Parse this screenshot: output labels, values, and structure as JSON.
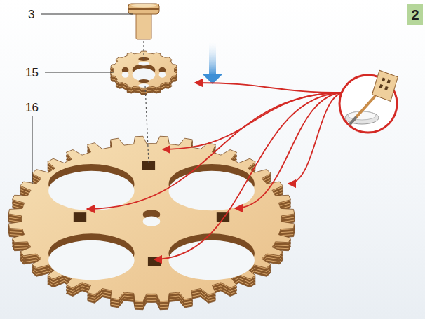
{
  "diagram": {
    "nodes": [
      {
        "text": [
          "2"
        ]
      }
    ],
    "labels": [
      "3",
      "15",
      "16"
    ]
  }
}
